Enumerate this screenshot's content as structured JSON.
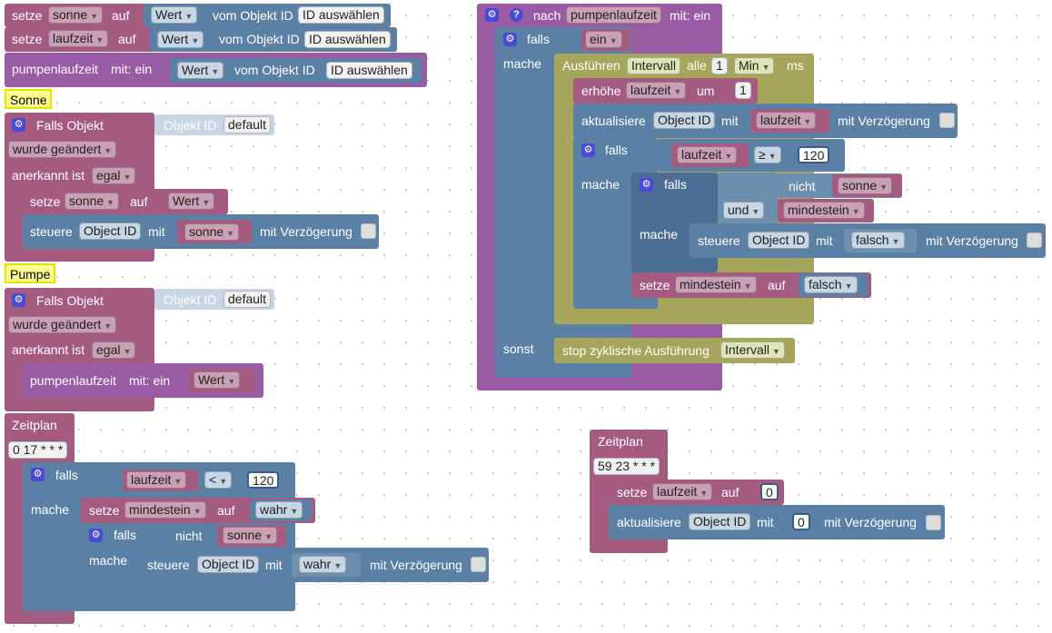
{
  "labels": {
    "setze": "setze",
    "auf": "auf",
    "vom_objekt_id": "vom Objekt ID",
    "mit_ein": "mit:  ein",
    "falls_objekt": "Falls Objekt",
    "objekt_id": "Objekt ID",
    "wurde_geaendert": "wurde geändert",
    "anerkannt_ist": "anerkannt ist",
    "steuere": "steuere",
    "mit": "mit",
    "mit_verzoegerung": "mit Verzögerung",
    "zeitplan": "Zeitplan",
    "falls": "falls",
    "mache": "mache",
    "sonst": "sonst",
    "nicht": "nicht",
    "und": "und",
    "nach": "nach",
    "mit_ein2": "mit: ein",
    "ausfuehren": "Ausführen",
    "alle": "alle",
    "ms": "ms",
    "erhoehe": "erhöhe",
    "um": "um",
    "aktualisiere": "aktualisiere",
    "stop_zyklisch": "stop zyklische Ausführung"
  },
  "fields": {
    "sonne": "sonne",
    "laufzeit": "laufzeit",
    "wert": "Wert",
    "id_auswaehlen": "ID auswählen",
    "pumpenlaufzeit": "pumpenlaufzeit",
    "default": "default",
    "egal": "egal",
    "object_id": "Object ID",
    "mindestein": "mindestein",
    "wahr": "wahr",
    "falsch": "falsch",
    "ein": "ein",
    "intervall": "Intervall",
    "min": "Min",
    "lt": "<",
    "ge": "≥",
    "n0": "0",
    "n1": "1",
    "n120": "120"
  },
  "comments": {
    "sonne": "Sonne",
    "pumpe": "Pumpe"
  },
  "schedules": {
    "first": "0 17 * * *",
    "second": "59 23 * * *"
  },
  "icons": {
    "gear": "⚙",
    "help": "?",
    "dropdown": "▼"
  }
}
